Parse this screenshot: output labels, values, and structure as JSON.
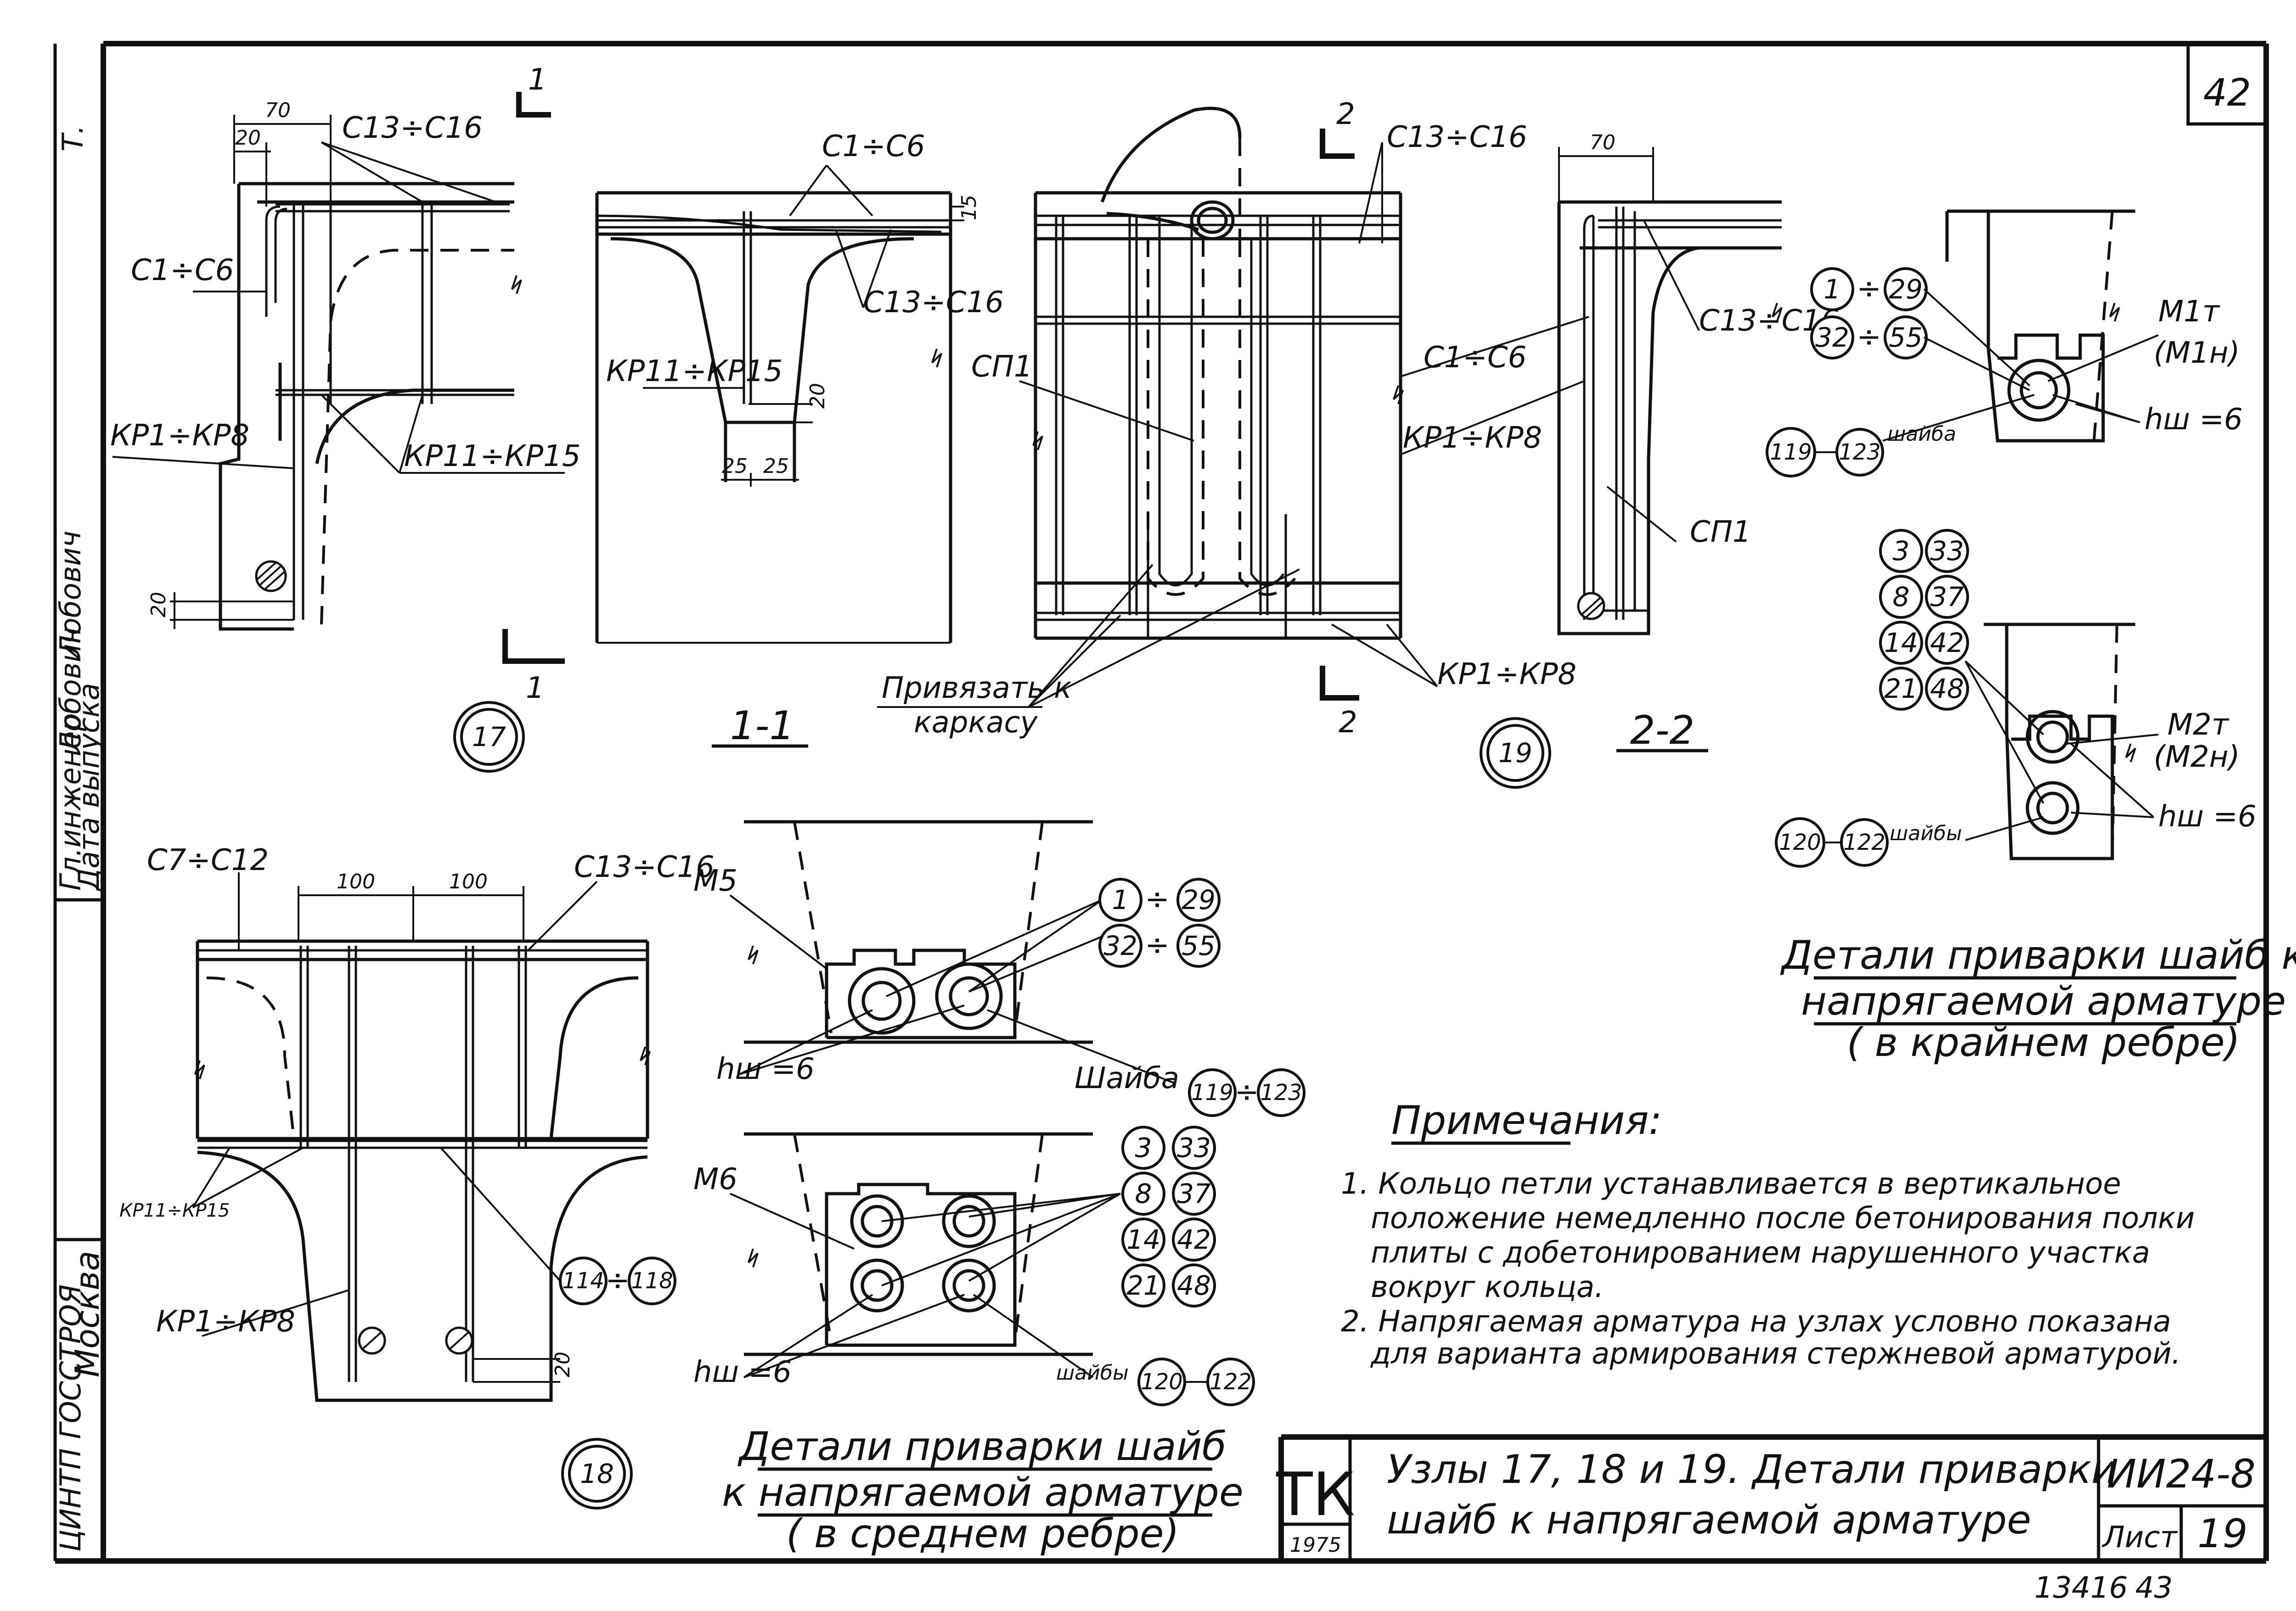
{
  "sheet": {
    "page_number": "42",
    "sheet_no": "19",
    "sheet_label": "Лист",
    "series": "ИИ24-8",
    "stamp_mark": "ТК",
    "stamp_year": "1975",
    "title_line1": "Узлы  17, 18  и 19. Детали приварки",
    "title_line2": "шайб  к  напрягаемой  арматуре",
    "inventory_no": "13416",
    "inventory_sub": "43"
  },
  "side_strip": {
    "engineer_label": "Гл.инженер",
    "engineer_name": "Лобович",
    "signature_text": "Лобович",
    "release_label": "Дата выпуска",
    "org": "ЦИНТП ГОССТРОЯ",
    "city": "Москва",
    "top_mark": "Т."
  },
  "node17": {
    "number": "17",
    "labels": {
      "c13": "С13÷С16",
      "c1": "С1÷С6",
      "kp1": "КР1÷КР8",
      "kp11": "КР11÷КР15"
    },
    "dims": {
      "d70": "70",
      "d20a": "20",
      "d20b": "20"
    },
    "section_mark": "1"
  },
  "section11": {
    "caption": "1-1",
    "labels": {
      "c1": "С1÷С6",
      "c13": "С13÷С16",
      "kp11": "КР11÷КР15"
    },
    "dims": {
      "d15": "15",
      "d20": "20",
      "d25a": "25",
      "d25b": "25"
    }
  },
  "node19": {
    "number": "19",
    "labels": {
      "c13a": "С13÷С16",
      "sp1a": "СП1",
      "tie": "Привязать к",
      "tie2": "каркасу",
      "kp1a": "КР1÷КР8",
      "c13b": "С13÷С16",
      "c1": "С1÷С6",
      "kp1b": "КР1÷КР8",
      "sp1b": "СП1"
    },
    "dims": {
      "d70": "70"
    },
    "section_mark": "2",
    "caption": "2-2"
  },
  "node18": {
    "number": "18",
    "labels": {
      "c7": "С7÷С12",
      "c13": "С13÷С16",
      "kp11": "КР11÷КР15",
      "kp1": "КР1÷КР8"
    },
    "dims": {
      "d100a": "100",
      "d100b": "100",
      "d20": "20"
    },
    "refs": {
      "a": "114",
      "sep": "÷",
      "b": "118"
    }
  },
  "detail_m5": {
    "mark": "М5",
    "refs": [
      "1",
      "29",
      "32",
      "55"
    ],
    "hw": "hш =6",
    "washer": "Шайба",
    "washer_refs": [
      "119",
      "123"
    ]
  },
  "detail_m6": {
    "mark": "М6",
    "refs": [
      "3",
      "33",
      "8",
      "37",
      "14",
      "42",
      "21",
      "48"
    ],
    "hw": "hш =6",
    "washer": "шайбы",
    "washer_refs": [
      "120",
      "122"
    ]
  },
  "detail_m1": {
    "mark": "М1т",
    "mark2": "(М1н)",
    "refs": [
      "1",
      "29",
      "32",
      "55"
    ],
    "hw": "hш =6",
    "washer": "шайба",
    "washer_refs": [
      "119",
      "123"
    ]
  },
  "detail_m2": {
    "mark": "М2т",
    "mark2": "(М2н)",
    "refs": [
      "3",
      "33",
      "8",
      "37",
      "14",
      "42",
      "21",
      "48"
    ],
    "hw": "hш =6",
    "washer": "шайбы",
    "washer_refs": [
      "120",
      "122"
    ]
  },
  "captions": {
    "edge_line1": "Детали приварки шайб к",
    "edge_line2": "напрягаемой арматуре",
    "edge_line3": "( в крайнем ребре)",
    "mid_line1": "Детали приварки шайб",
    "mid_line2": "к напрягаемой арматуре",
    "mid_line3": "( в среднем ребре)"
  },
  "notes": {
    "heading": "Примечания:",
    "n1_l1": "1. Кольцо петли устанавливается в вертикальное",
    "n1_l2": "положение немедленно после бетонирования полки",
    "n1_l3": "плиты с добетонированием нарушенного участка",
    "n1_l4": "вокруг кольца.",
    "n2_l1": "2. Напрягаемая арматура на узлах условно показана",
    "n2_l2": "для варианта армирования стержневой арматурой."
  }
}
